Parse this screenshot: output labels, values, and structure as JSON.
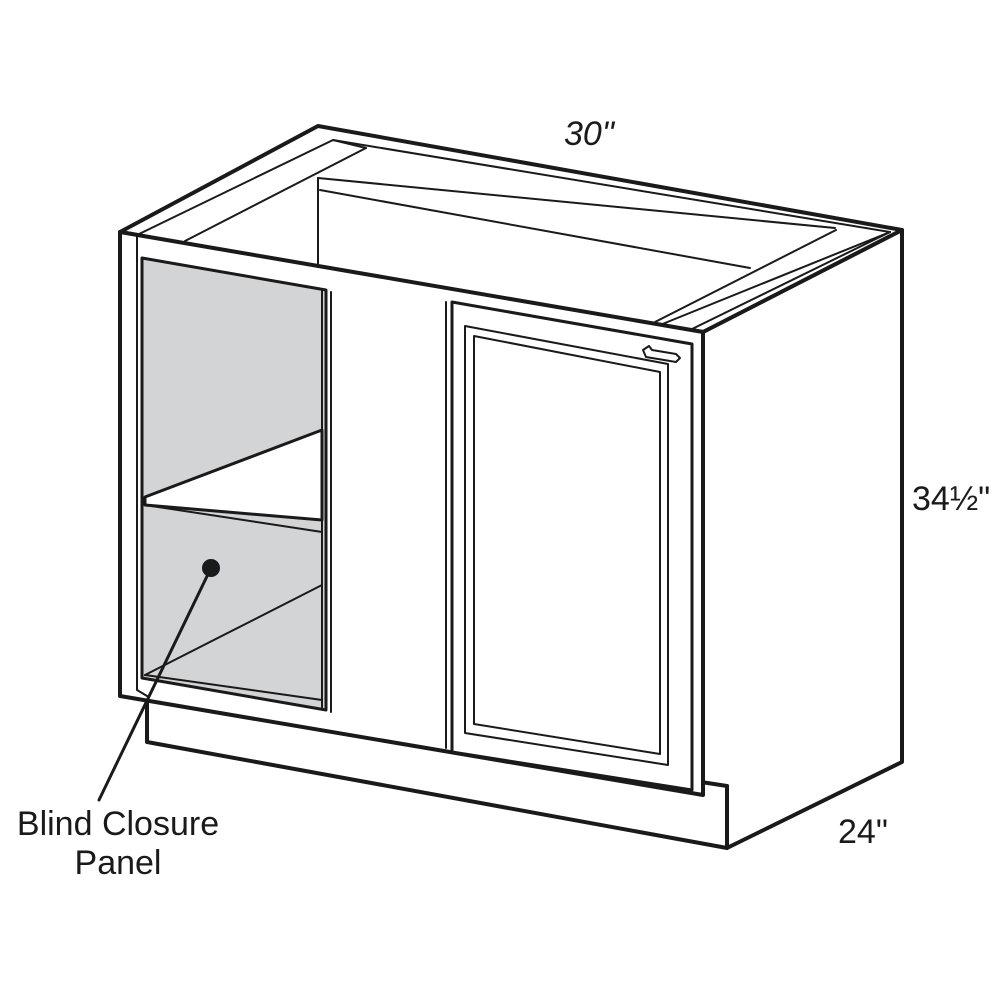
{
  "dimensions": {
    "width": "30\"",
    "height": "34½\"",
    "depth": "24\""
  },
  "callout": {
    "line1": "Blind Closure",
    "line2": "Panel"
  },
  "colors": {
    "stroke": "#1a1a1a",
    "panel_fill": "#d3d4d6",
    "background": "#ffffff"
  }
}
